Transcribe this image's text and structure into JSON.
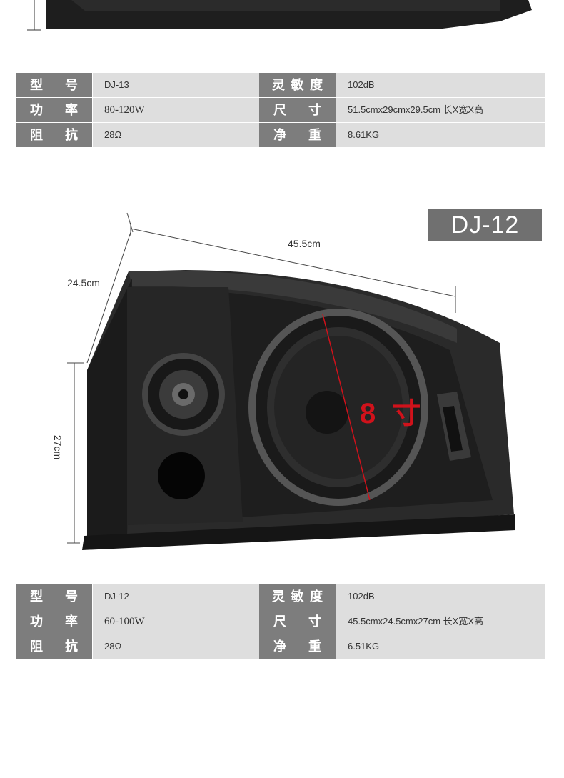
{
  "top_spec": {
    "rows": [
      {
        "l1": "型 号",
        "v1": "DJ-13",
        "l2": "灵敏度",
        "v2": "102dB"
      },
      {
        "l1": "功 率",
        "v1": "80-120W",
        "l2": "尺 寸",
        "v2": "51.5cmx29cmx29.5cm  长X宽X高"
      },
      {
        "l1": "阻 抗",
        "v1": "28Ω",
        "l2": "净 重",
        "v2": "8.61KG"
      }
    ]
  },
  "product": {
    "model_badge": "DJ-12",
    "dim_length": "45.5cm",
    "dim_depth": "24.5cm",
    "dim_height": "27cm",
    "woofer_size": "8 寸"
  },
  "bottom_spec": {
    "rows": [
      {
        "l1": "型 号",
        "v1": "DJ-12",
        "l2": "灵敏度",
        "v2": "102dB"
      },
      {
        "l1": "功 率",
        "v1": "60-100W",
        "l2": "尺 寸",
        "v2": "45.5cmx24.5cmx27cm  长X宽X高"
      },
      {
        "l1": "阻 抗",
        "v1": "28Ω",
        "l2": "净 重",
        "v2": "6.51KG"
      }
    ]
  },
  "colors": {
    "label_bg": "#7d7d7d",
    "value_bg": "#dedede",
    "accent_red": "#d0121b",
    "speaker_black": "#1c1c1c"
  }
}
